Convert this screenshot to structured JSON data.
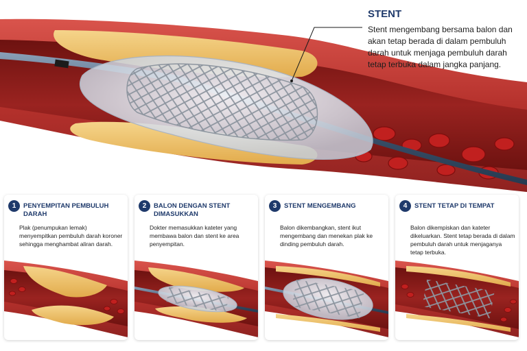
{
  "callout": {
    "title": "STENT",
    "text": "Stent mengembang bersama balon dan akan tetap berada di dalam pembuluh darah untuk menjaga pembuluh darah tetap terbuka dalam jangka panjang."
  },
  "steps": [
    {
      "number": "1",
      "title": "PENYEMPITAN PEMBULUH DARAH",
      "description": "Plak (penumpukan lemak) menyempitkan pembuluh darah koroner sehingga menghambat aliran darah."
    },
    {
      "number": "2",
      "title": "BALON DENGAN STENT DIMASUKKAN",
      "description": "Dokter memasukkan kateter yang membawa balon dan stent ke area penyempitan."
    },
    {
      "number": "3",
      "title": "STENT MENGEMBANG",
      "description": "Balon dikembangkan, stent ikut mengembang dan menekan plak ke dinding pembuluh darah."
    },
    {
      "number": "4",
      "title": "STENT TETAP DI TEMPAT",
      "description": "Balon dikempiskan dan kateter dikeluarkan. Stent tetap berada di dalam pembuluh darah untuk menjaganya tetap terbuka."
    }
  ],
  "colors": {
    "vessel_wall": "#b5312c",
    "vessel_dark": "#7a1512",
    "lumen": "#8a1a17",
    "plaque": "#eec067",
    "balloon": "#dfe4ec",
    "stent": "#9aa3ad",
    "catheter": "#4b6079",
    "accent": "#1f3a6b"
  }
}
